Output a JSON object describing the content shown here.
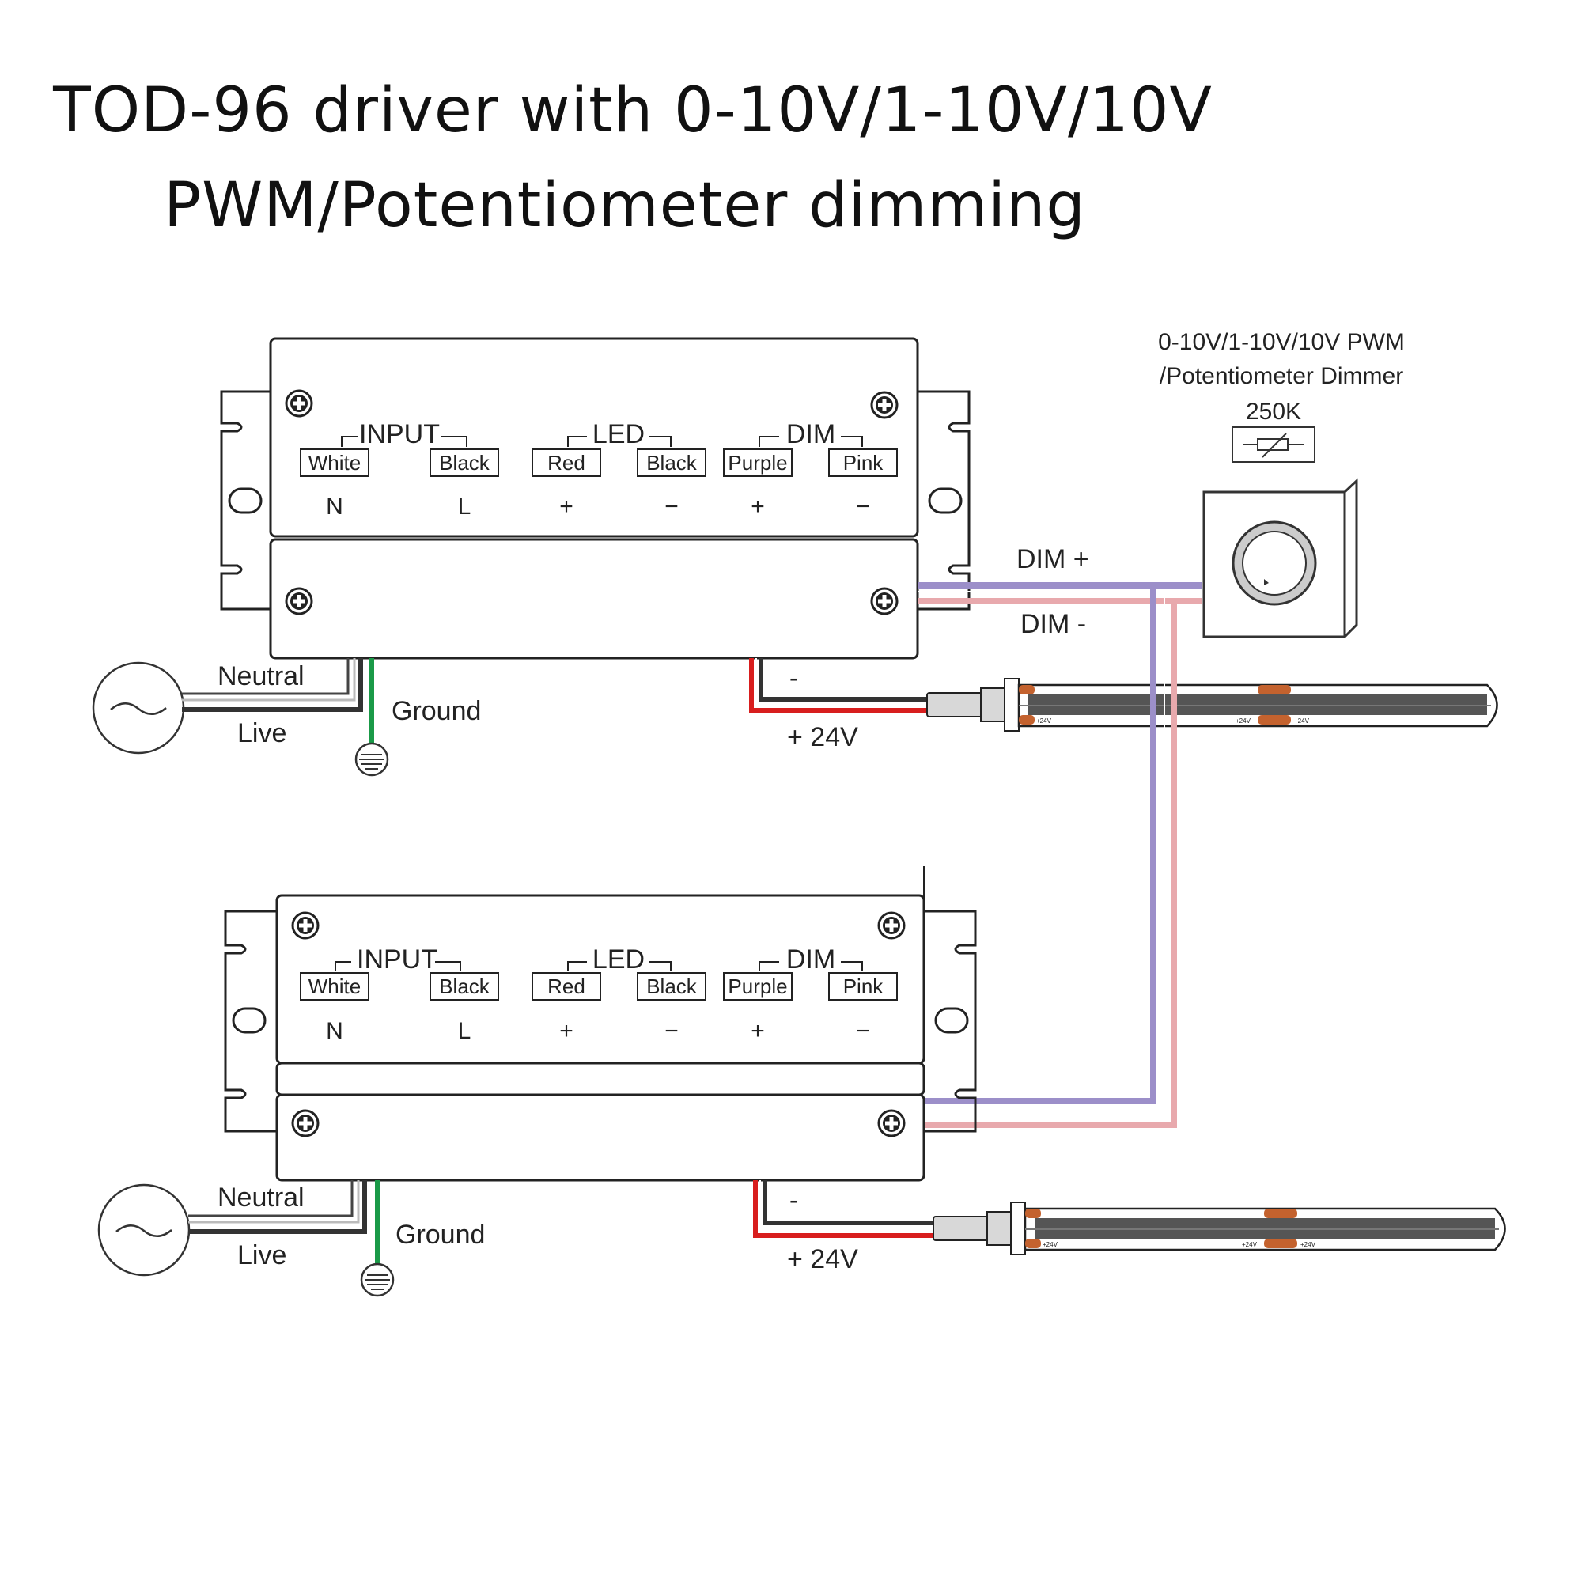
{
  "title": {
    "line1": "TOD-96 driver with 0-10V/1-10V/10V",
    "line2": "PWM/Potentiometer dimming"
  },
  "colors": {
    "purple": "#9c8fc9",
    "pink": "#e8a9ad",
    "red": "#d81e1e",
    "dark": "#333333",
    "green": "#1a9a48",
    "copper": "#c4622e"
  },
  "dimmer": {
    "label_line1": "0-10V/1-10V/10V PWM",
    "label_line2": "/Potentiometer Dimmer",
    "value": "250K"
  },
  "driver": {
    "groups": {
      "input": "INPUT",
      "led": "LED",
      "dim": "DIM"
    },
    "terminals": [
      "White",
      "Black",
      "Red",
      "Black",
      "Purple",
      "Pink"
    ],
    "polarity": [
      "N",
      "L",
      "+",
      "−",
      "+",
      "−"
    ]
  },
  "wires": {
    "dim_plus": "DIM +",
    "dim_minus": "DIM -",
    "neutral": "Neutral",
    "live": "Live",
    "ground": "Ground",
    "led_minus": "-",
    "led_plus": "+ 24V"
  },
  "strip": {
    "pad_label": "+24V"
  }
}
